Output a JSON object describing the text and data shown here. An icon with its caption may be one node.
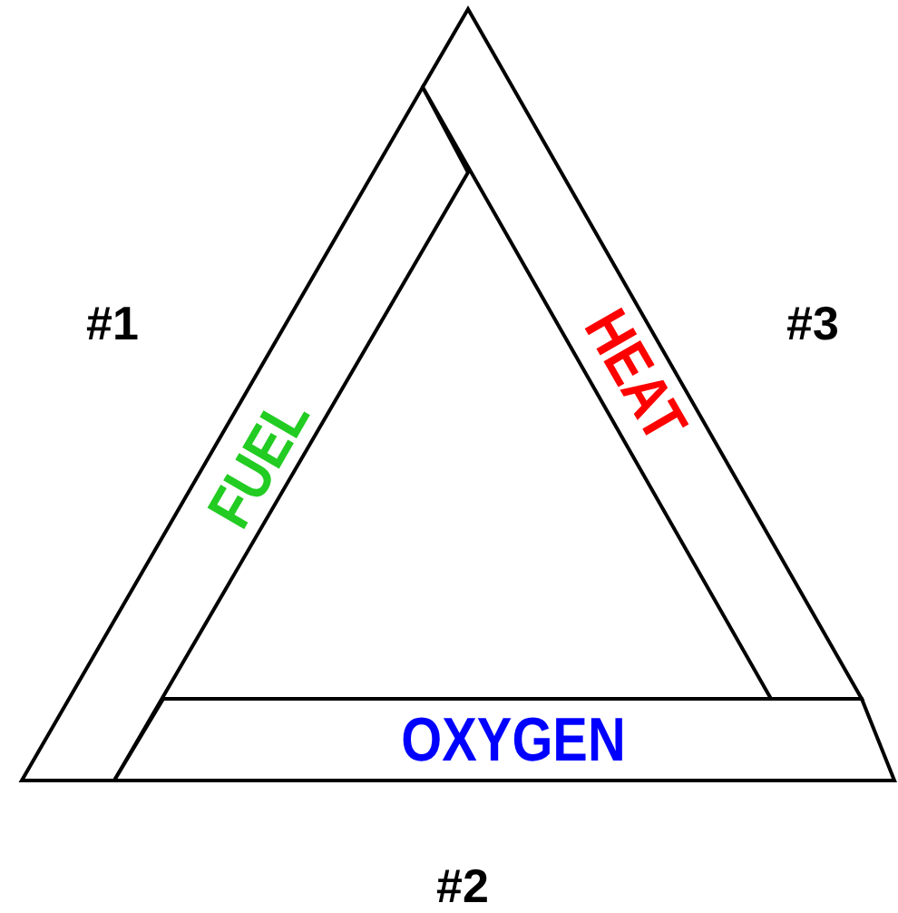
{
  "diagram": {
    "nodes": [
      {
        "text": [
          "FUEL"
        ]
      },
      {
        "text": [
          "HEAT"
        ]
      },
      {
        "text": [
          "OXYGEN"
        ]
      }
    ],
    "labels": [
      "#1",
      "#3",
      "#2"
    ]
  }
}
